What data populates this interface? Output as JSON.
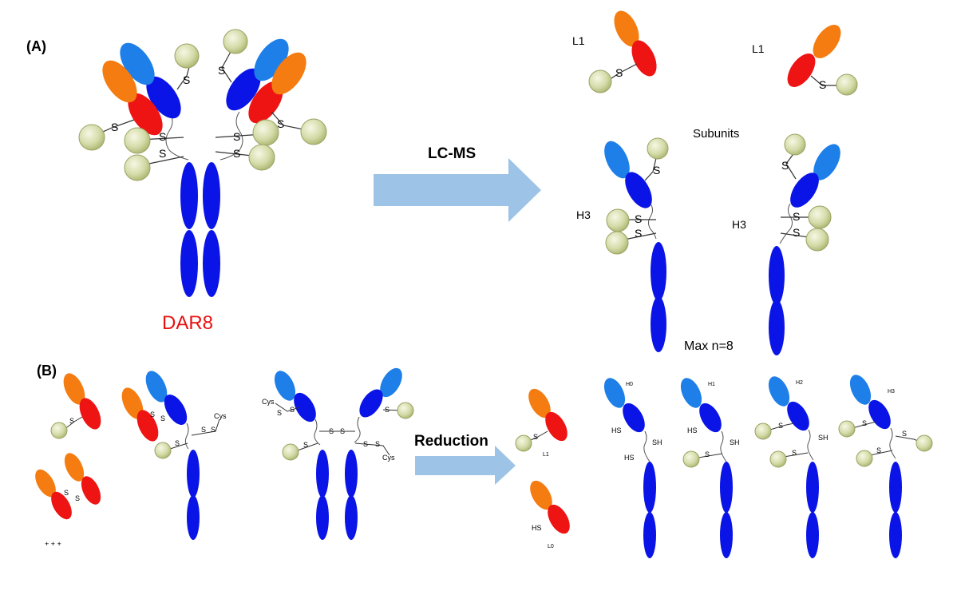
{
  "panels": {
    "a_label": "(A)",
    "b_label": "(B)"
  },
  "panel_a": {
    "dar_label": "DAR8",
    "arrow_label": "LC-MS",
    "subunits_label": "Subunits",
    "light_chain_label": "L1",
    "heavy_chain_label": "H3",
    "max_label": "Max n=8",
    "thiol_label": "S"
  },
  "panel_b": {
    "arrow_label": "Reduction",
    "cys_label": "Cys",
    "sh_label": "SH",
    "hs_label": "HS",
    "dots": "+ + +",
    "light_labels": [
      "L1",
      "L0"
    ],
    "heavy_labels": [
      "H0",
      "H1",
      "H2",
      "H3"
    ]
  },
  "colors": {
    "heavy_constant": "#0a14e6",
    "heavy_variable": "#1e7fe8",
    "light_constant": "#ee1414",
    "light_variable": "#f47c10",
    "drug": "#d4dba8",
    "arrow": "#9dc3e6",
    "dar_text": "#e81010"
  }
}
